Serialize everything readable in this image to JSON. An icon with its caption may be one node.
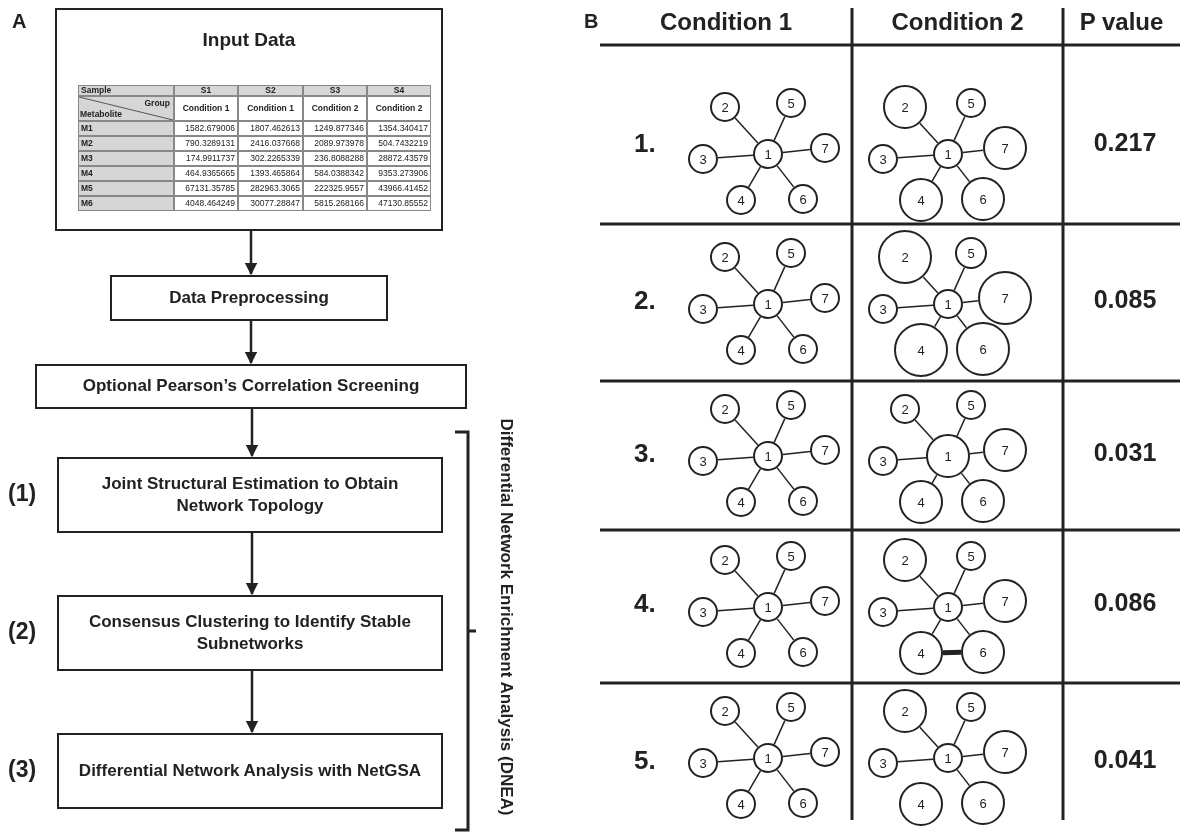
{
  "diagram": {
    "nodes": [
      {
        "text": [
          "Input Data"
        ]
      },
      {
        "text": [
          "Data Preprocessing"
        ]
      },
      {
        "text": [
          "Optional Pearson’s Correlation Screening"
        ]
      },
      {
        "text": [
          "Joint Structural Estimation to Obtain Network Topology"
        ]
      },
      {
        "text": [
          "Consensus Clustering to Identify Stable Subnetworks"
        ]
      },
      {
        "text": [
          "Differential Network Analysis with NetGSA"
        ]
      },
      {
        "text": [
          "1"
        ]
      },
      {
        "text": [
          "2"
        ]
      },
      {
        "text": [
          "3"
        ]
      },
      {
        "text": [
          "4"
        ]
      },
      {
        "text": [
          "5"
        ]
      },
      {
        "text": [
          "6"
        ]
      },
      {
        "text": [
          "7"
        ]
      },
      {
        "text": [
          "1"
        ]
      },
      {
        "text": [
          "2"
        ]
      },
      {
        "text": [
          "3"
        ]
      },
      {
        "text": [
          "4"
        ]
      },
      {
        "text": [
          "5"
        ]
      },
      {
        "text": [
          "6"
        ]
      },
      {
        "text": [
          "7"
        ]
      },
      {
        "text": [
          "1"
        ]
      },
      {
        "text": [
          "2"
        ]
      },
      {
        "text": [
          "3"
        ]
      },
      {
        "text": [
          "4"
        ]
      },
      {
        "text": [
          "5"
        ]
      },
      {
        "text": [
          "6"
        ]
      },
      {
        "text": [
          "7"
        ]
      },
      {
        "text": [
          "1"
        ]
      },
      {
        "text": [
          "2"
        ]
      },
      {
        "text": [
          "3"
        ]
      },
      {
        "text": [
          "4"
        ]
      },
      {
        "text": [
          "5"
        ]
      },
      {
        "text": [
          "6"
        ]
      },
      {
        "text": [
          "7"
        ]
      },
      {
        "text": [
          "1"
        ]
      },
      {
        "text": [
          "2"
        ]
      },
      {
        "text": [
          "3"
        ]
      },
      {
        "text": [
          "4"
        ]
      },
      {
        "text": [
          "5"
        ]
      },
      {
        "text": [
          "6"
        ]
      },
      {
        "text": [
          "7"
        ]
      },
      {
        "text": [
          "1"
        ]
      },
      {
        "text": [
          "2"
        ]
      },
      {
        "text": [
          "3"
        ]
      },
      {
        "text": [
          "4"
        ]
      },
      {
        "text": [
          "5"
        ]
      },
      {
        "text": [
          "6"
        ]
      },
      {
        "text": [
          "7"
        ]
      },
      {
        "text": [
          "1"
        ]
      },
      {
        "text": [
          "2"
        ]
      },
      {
        "text": [
          "3"
        ]
      },
      {
        "text": [
          "4"
        ]
      },
      {
        "text": [
          "5"
        ]
      },
      {
        "text": [
          "6"
        ]
      },
      {
        "text": [
          "7"
        ]
      },
      {
        "text": [
          "1"
        ]
      },
      {
        "text": [
          "2"
        ]
      },
      {
        "text": [
          "3"
        ]
      },
      {
        "text": [
          "4"
        ]
      },
      {
        "text": [
          "5"
        ]
      },
      {
        "text": [
          "6"
        ]
      },
      {
        "text": [
          "7"
        ]
      },
      {
        "text": [
          "1"
        ]
      },
      {
        "text": [
          "2"
        ]
      },
      {
        "text": [
          "3"
        ]
      },
      {
        "text": [
          "4"
        ]
      },
      {
        "text": [
          "5"
        ]
      },
      {
        "text": [
          "6"
        ]
      },
      {
        "text": [
          "7"
        ]
      },
      {
        "text": [
          "1"
        ]
      },
      {
        "text": [
          "2"
        ]
      },
      {
        "text": [
          "3"
        ]
      },
      {
        "text": [
          "4"
        ]
      },
      {
        "text": [
          "5"
        ]
      },
      {
        "text": [
          "6"
        ]
      },
      {
        "text": [
          "7"
        ]
      }
    ],
    "edges": [
      {
        "from": 0,
        "to": 1,
        "arrow": "to"
      },
      {
        "from": 1,
        "to": 2,
        "arrow": "to"
      },
      {
        "from": 2,
        "to": 3,
        "arrow": "to"
      },
      {
        "from": 3,
        "to": 4,
        "arrow": "to"
      },
      {
        "from": 4,
        "to": 5,
        "arrow": "to"
      },
      {
        "from": 6,
        "to": 7,
        "arrow": "none"
      },
      {
        "from": 6,
        "to": 8,
        "arrow": "none"
      },
      {
        "from": 6,
        "to": 9,
        "arrow": "none"
      },
      {
        "from": 6,
        "to": 10,
        "arrow": "none"
      },
      {
        "from": 6,
        "to": 11,
        "arrow": "none"
      },
      {
        "from": 6,
        "to": 12,
        "arrow": "none"
      },
      {
        "from": 13,
        "to": 14,
        "arrow": "none"
      },
      {
        "from": 13,
        "to": 15,
        "arrow": "none"
      },
      {
        "from": 13,
        "to": 16,
        "arrow": "none"
      },
      {
        "from": 13,
        "to": 17,
        "arrow": "none"
      },
      {
        "from": 13,
        "to": 18,
        "arrow": "none"
      },
      {
        "from": 13,
        "to": 19,
        "arrow": "none"
      },
      {
        "from": 20,
        "to": 21,
        "arrow": "none"
      },
      {
        "from": 20,
        "to": 22,
        "arrow": "none"
      },
      {
        "from": 20,
        "to": 23,
        "arrow": "none"
      },
      {
        "from": 20,
        "to": 24,
        "arrow": "none"
      },
      {
        "from": 20,
        "to": 25,
        "arrow": "none"
      },
      {
        "from": 20,
        "to": 26,
        "arrow": "none"
      },
      {
        "from": 27,
        "to": 28,
        "arrow": "none"
      },
      {
        "from": 27,
        "to": 29,
        "arrow": "none"
      },
      {
        "from": 27,
        "to": 30,
        "arrow": "none"
      },
      {
        "from": 27,
        "to": 31,
        "arrow": "none"
      },
      {
        "from": 27,
        "to": 32,
        "arrow": "none"
      },
      {
        "from": 27,
        "to": 33,
        "arrow": "none"
      },
      {
        "from": 34,
        "to": 35,
        "arrow": "none"
      },
      {
        "from": 34,
        "to": 36,
        "arrow": "none"
      },
      {
        "from": 34,
        "to": 37,
        "arrow": "none"
      },
      {
        "from": 34,
        "to": 38,
        "arrow": "none"
      },
      {
        "from": 34,
        "to": 39,
        "arrow": "none"
      },
      {
        "from": 34,
        "to": 40,
        "arrow": "none"
      },
      {
        "from": 41,
        "to": 42,
        "arrow": "none"
      },
      {
        "from": 41,
        "to": 43,
        "arrow": "none"
      },
      {
        "from": 41,
        "to": 44,
        "arrow": "none"
      },
      {
        "from": 41,
        "to": 45,
        "arrow": "none"
      },
      {
        "from": 41,
        "to": 46,
        "arrow": "none"
      },
      {
        "from": 41,
        "to": 47,
        "arrow": "none"
      },
      {
        "from": 48,
        "to": 49,
        "arrow": "none"
      },
      {
        "from": 48,
        "to": 50,
        "arrow": "none"
      },
      {
        "from": 48,
        "to": 51,
        "arrow": "none"
      },
      {
        "from": 48,
        "to": 52,
        "arrow": "none"
      },
      {
        "from": 48,
        "to": 53,
        "arrow": "none"
      },
      {
        "from": 48,
        "to": 54,
        "arrow": "none"
      },
      {
        "from": 55,
        "to": 56,
        "arrow": "none"
      },
      {
        "from": 55,
        "to": 57,
        "arrow": "none"
      },
      {
        "from": 55,
        "to": 58,
        "arrow": "none"
      },
      {
        "from": 55,
        "to": 59,
        "arrow": "none"
      },
      {
        "from": 55,
        "to": 60,
        "arrow": "none"
      },
      {
        "from": 55,
        "to": 61,
        "arrow": "none"
      },
      {
        "from": 58,
        "to": 60,
        "arrow": "none",
        "style": "thick"
      },
      {
        "from": 62,
        "to": 63,
        "arrow": "none"
      },
      {
        "from": 62,
        "to": 64,
        "arrow": "none"
      },
      {
        "from": 62,
        "to": 65,
        "arrow": "none"
      },
      {
        "from": 62,
        "to": 66,
        "arrow": "none"
      },
      {
        "from": 62,
        "to": 67,
        "arrow": "none"
      },
      {
        "from": 62,
        "to": 68,
        "arrow": "none"
      },
      {
        "from": 69,
        "to": 70,
        "arrow": "none"
      },
      {
        "from": 69,
        "to": 71,
        "arrow": "none"
      },
      {
        "from": 69,
        "to": 73,
        "arrow": "none"
      },
      {
        "from": 69,
        "to": 74,
        "arrow": "none"
      },
      {
        "from": 69,
        "to": 75,
        "arrow": "none"
      }
    ],
    "labels": [
      "A",
      "B",
      "Sample",
      "S1",
      "S2",
      "S3",
      "S4",
      "Group",
      "Metabolite",
      "Condition 1",
      "Condition 1",
      "Condition 2",
      "Condition 2",
      "M1",
      "1582.679006",
      "1807.462613",
      "1249.877346",
      "1354.340417",
      "M2",
      "790.3289131",
      "2416.037668",
      "2089.973978",
      "504.7432219",
      "M3",
      "174.9911737",
      "302.2265339",
      "236.8088288",
      "28872.43579",
      "M4",
      "464.9365665",
      "1393.465864",
      "584.0388342",
      "9353.273906",
      "M5",
      "67131.35785",
      "282963.3065",
      "222325.9557",
      "43966.41452",
      "M6",
      "4048.464249",
      "30077.28847",
      "5815.268166",
      "47130.85552",
      "(1)",
      "(2)",
      "(3)",
      "Differential Network Enrichment Analysis (DNEA)",
      "Condition 1",
      "Condition 2",
      "P value",
      "1.",
      "0.217",
      "2.",
      "0.085",
      "3.",
      "0.031",
      "4.",
      "0.086",
      "5.",
      "0.041"
    ]
  }
}
